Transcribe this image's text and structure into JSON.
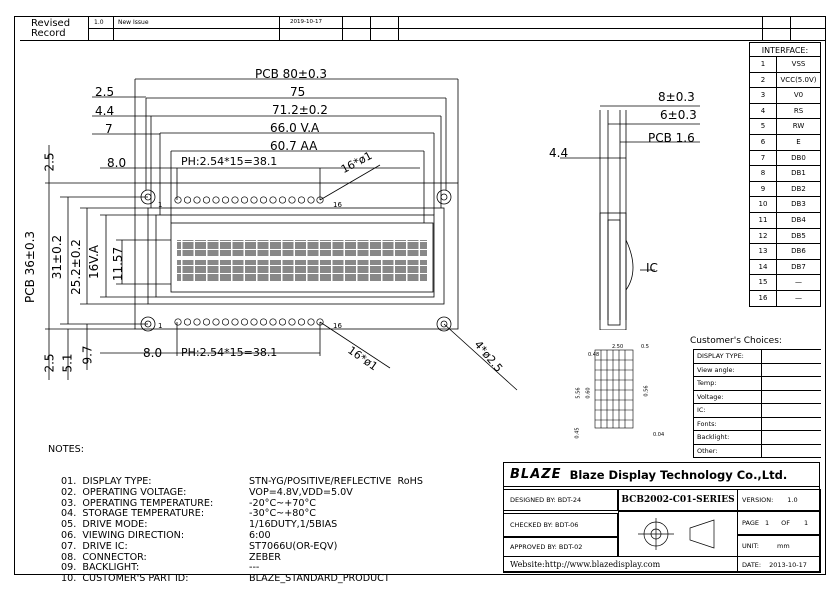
{
  "revision": {
    "label_line1": "Revised",
    "label_line2": "Record",
    "version": "1.0",
    "note": "New Issue",
    "date": "2019-10-17"
  },
  "drawing": {
    "pcb_width": "PCB 80±0.3",
    "dim_75": "75",
    "dim_2_5_top": "2.5",
    "dim_4_4_top": "4.4",
    "dim_7": "7",
    "dim_71_2": "71.2±0.2",
    "dim_66_va": "66.0 V.A",
    "dim_60_7_aa": "60.7 AA",
    "dim_8_0_top": "8.0",
    "pitch_top": "PH:2.54*15=38.1",
    "pins_top": "16*ø1",
    "pin1_top": "1",
    "pin16_top": "16",
    "dim_2_5_left": "2.5",
    "pcb_height": "PCB 36±0.3",
    "dim_31": "31±0.2",
    "dim_25_2": "25.2±0.2",
    "dim_16_va": "16V.A",
    "dim_11_57": "11.57",
    "dim_2_5_bottom": "2.5",
    "dim_5_1": "5.1",
    "dim_9_7": "9.7",
    "dim_8_0_bottom": "8.0",
    "pitch_bottom": "PH:2.54*15=38.1",
    "pins_bottom": "16*ø1",
    "pin1_bottom": "1",
    "pin16_bottom": "16",
    "holes": "4*ø2.5",
    "side_8": "8±0.3",
    "side_6": "6±0.3",
    "side_pcb": "PCB 1.6",
    "side_4_4": "4.4",
    "ic_label": "IC",
    "detail_2_5": "2.50",
    "detail_0_5": "0.5",
    "detail_0_48": "0.48",
    "detail_5_56": "5.56",
    "detail_0_60": "0.60",
    "detail_0_56": "0.56",
    "detail_0_04": "0.04",
    "detail_0_45": "0.45"
  },
  "interface": {
    "title": "INTERFACE:",
    "pins": [
      {
        "no": "1",
        "name": "VSS"
      },
      {
        "no": "2",
        "name": "VCC(5.0V)"
      },
      {
        "no": "3",
        "name": "V0"
      },
      {
        "no": "4",
        "name": "RS"
      },
      {
        "no": "5",
        "name": "RW"
      },
      {
        "no": "6",
        "name": "E"
      },
      {
        "no": "7",
        "name": "DB0"
      },
      {
        "no": "8",
        "name": "DB1"
      },
      {
        "no": "9",
        "name": "DB2"
      },
      {
        "no": "10",
        "name": "DB3"
      },
      {
        "no": "11",
        "name": "DB4"
      },
      {
        "no": "12",
        "name": "DB5"
      },
      {
        "no": "13",
        "name": "DB6"
      },
      {
        "no": "14",
        "name": "DB7"
      },
      {
        "no": "15",
        "name": "—"
      },
      {
        "no": "16",
        "name": "—"
      }
    ]
  },
  "choices": {
    "title": "Customer's Choices:",
    "rows": [
      "DISPLAY TYPE:",
      "View angle:",
      "Temp:",
      "Voltage:",
      "IC:",
      "Fonts:",
      "Backlight:",
      "Other:"
    ]
  },
  "notes": {
    "title": "NOTES:",
    "items": [
      {
        "k": "01.  DISPLAY TYPE:",
        "v": "STN-YG/POSITIVE/REFLECTIVE  RoHS"
      },
      {
        "k": "02.  OPERATING VOLTAGE:",
        "v": "VOP=4.8V,VDD=5.0V"
      },
      {
        "k": "03.  OPERATING TEMPERATURE:",
        "v": "-20°C~+70°C"
      },
      {
        "k": "04.  STORAGE TEMPERATURE:",
        "v": "-30°C~+80°C"
      },
      {
        "k": "05.  DRIVE MODE:",
        "v": "1/16DUTY,1/5BIAS"
      },
      {
        "k": "06.  VIEWING DIRECTION:",
        "v": "6:00"
      },
      {
        "k": "07.  DRIVE IC:",
        "v": "ST7066U(OR-EQV)"
      },
      {
        "k": "08.  CONNECTOR:",
        "v": "ZEBER"
      },
      {
        "k": "09.  BACKLIGHT:",
        "v": "---"
      },
      {
        "k": "10.  CUSTOMER'S PART ID:",
        "v": "BLAZE_STANDARD_PRODUCT"
      }
    ]
  },
  "titleblock": {
    "logo": "BLAZE",
    "company": "Blaze Display Technology Co.,Ltd.",
    "designed_by": "DESIGNED BY:  BDT-24",
    "checked_by": "CHECKED BY:  BDT-06",
    "approved_by": "APPROVED BY: BDT-02",
    "part_no": "BCB2002-C01-SERIES",
    "version_label": "VERSION:",
    "version": "1.0",
    "page_label": "PAGE",
    "page": "1",
    "of_label": "OF",
    "pages": "1",
    "unit_label": "UNIT:",
    "unit": "mm",
    "website": "Website:http://www.blazedisplay.com",
    "date_label": "DATE:",
    "date": "2013-10-17"
  }
}
